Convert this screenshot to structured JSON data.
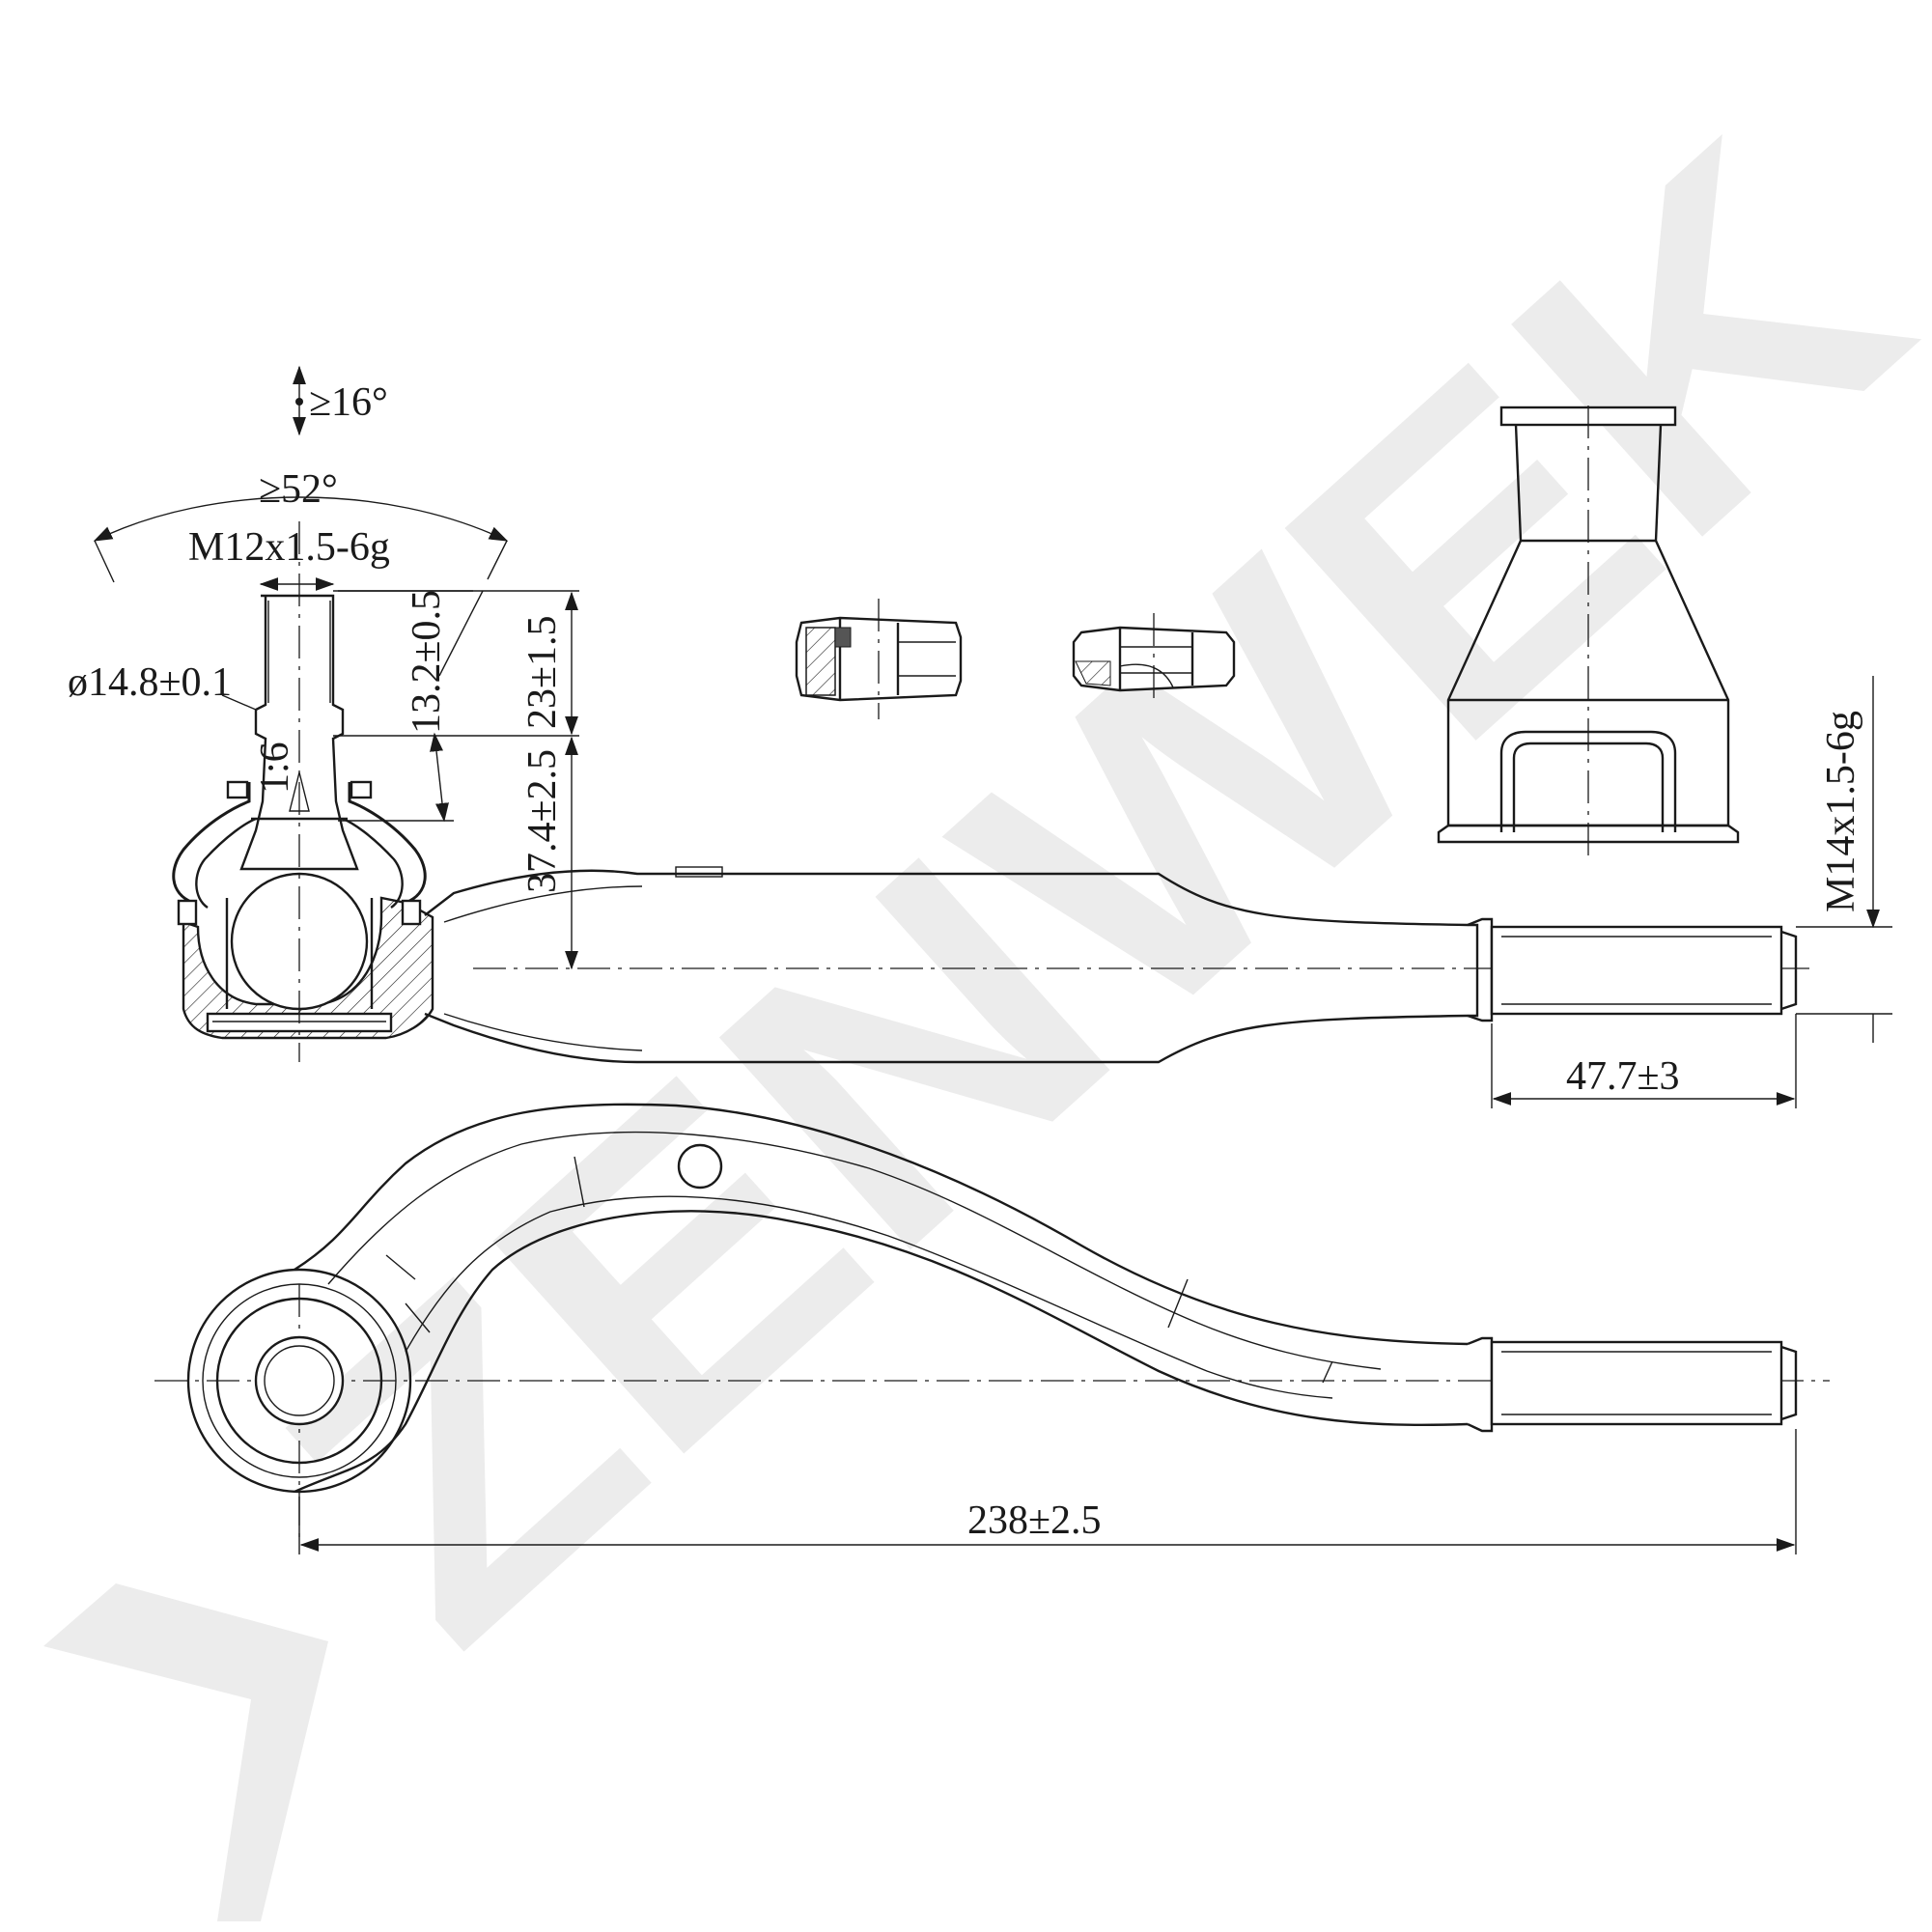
{
  "watermark": {
    "text": "ZENWEK"
  },
  "dimensions": {
    "angle_tilt": "≥16°",
    "angle_swing": "≥52°",
    "stud_thread": "M12x1.5-6g",
    "stud_diameter": "ø14.8±0.1",
    "taper_ratio": "1:6",
    "thread_length": "13.2±0.5",
    "stud_height": "23±1.5",
    "stud_offset": "37.4±2.5",
    "shank_thread": "M14x1.5-6g",
    "shank_thread_length": "47.7±3",
    "overall_length": "238±2.5"
  },
  "colors": {
    "line": "#1a1a1a",
    "watermark": "#ececec"
  }
}
